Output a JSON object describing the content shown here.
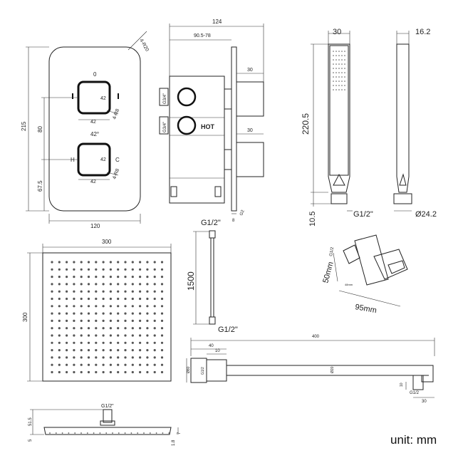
{
  "unit_label": "unit: mm",
  "valve_front": {
    "radius_label": "4-R20",
    "top_knob_label": "0",
    "mid_label": "42°",
    "h_label": "H",
    "c_label": "C",
    "knob_w_top": "42",
    "knob_h_top": "42",
    "knob_corner_top": "4-R8",
    "knob_w_bot": "42",
    "knob_h_bot": "42",
    "knob_corner_bot": "4-R8",
    "height_total": "215",
    "height_mid": "80",
    "height_low": "67.5",
    "width": "120"
  },
  "valve_side": {
    "depth": "124",
    "range": "90.5-78",
    "port_top": "G3/4\"",
    "port_bot": "G3/4\"",
    "hot_label": "HOT",
    "outlet_top": "30",
    "outlet_bot": "30",
    "plate": "8",
    "thread": "G2"
  },
  "handset": {
    "front_width": "30",
    "side_width": "16.2",
    "length": "220.5",
    "connector_height": "10.5",
    "connector_thread": "G1/2\"",
    "connector_dia": "Ø24.2"
  },
  "rain_head": {
    "width": "300",
    "height": "300",
    "inlet": "G1/2\"",
    "profile_h1": "51.5",
    "profile_h2": "5",
    "profile_edge": "1.8",
    "profile_edge2": "7"
  },
  "hose": {
    "top_thread": "G1/2\"",
    "length": "1500",
    "bottom_thread": "G1/2\""
  },
  "holder": {
    "thread": "G1/2",
    "height": "50mm",
    "width": "95mm",
    "small_label": "48mm"
  },
  "arm": {
    "length": "400",
    "flange": "40",
    "flange_depth": "10",
    "flange_dia": "Ø80",
    "inlet": "G1/2",
    "tube": "Ø20",
    "drop": "10",
    "outlet": "G1/2",
    "end_offset": "30"
  }
}
